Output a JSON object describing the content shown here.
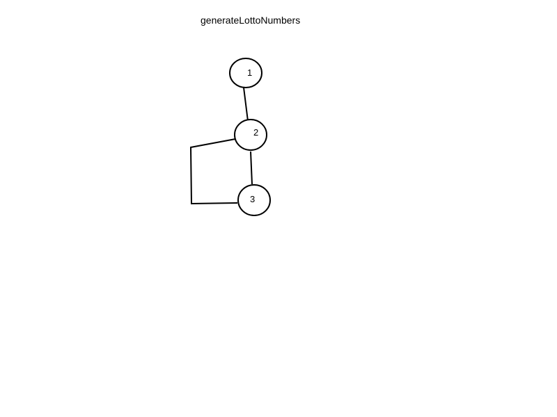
{
  "diagram": {
    "title": "generateLottoNumbers",
    "nodes": [
      {
        "id": "n1",
        "label": "1"
      },
      {
        "id": "n2",
        "label": "2"
      },
      {
        "id": "n3",
        "label": "3"
      }
    ],
    "edges": [
      {
        "from": "n1",
        "to": "n2",
        "kind": "straight"
      },
      {
        "from": "n2",
        "to": "n3",
        "kind": "straight"
      },
      {
        "from": "n3",
        "to": "n2",
        "kind": "loop-back"
      }
    ],
    "colors": {
      "stroke": "#000000",
      "background": "#ffffff"
    }
  }
}
